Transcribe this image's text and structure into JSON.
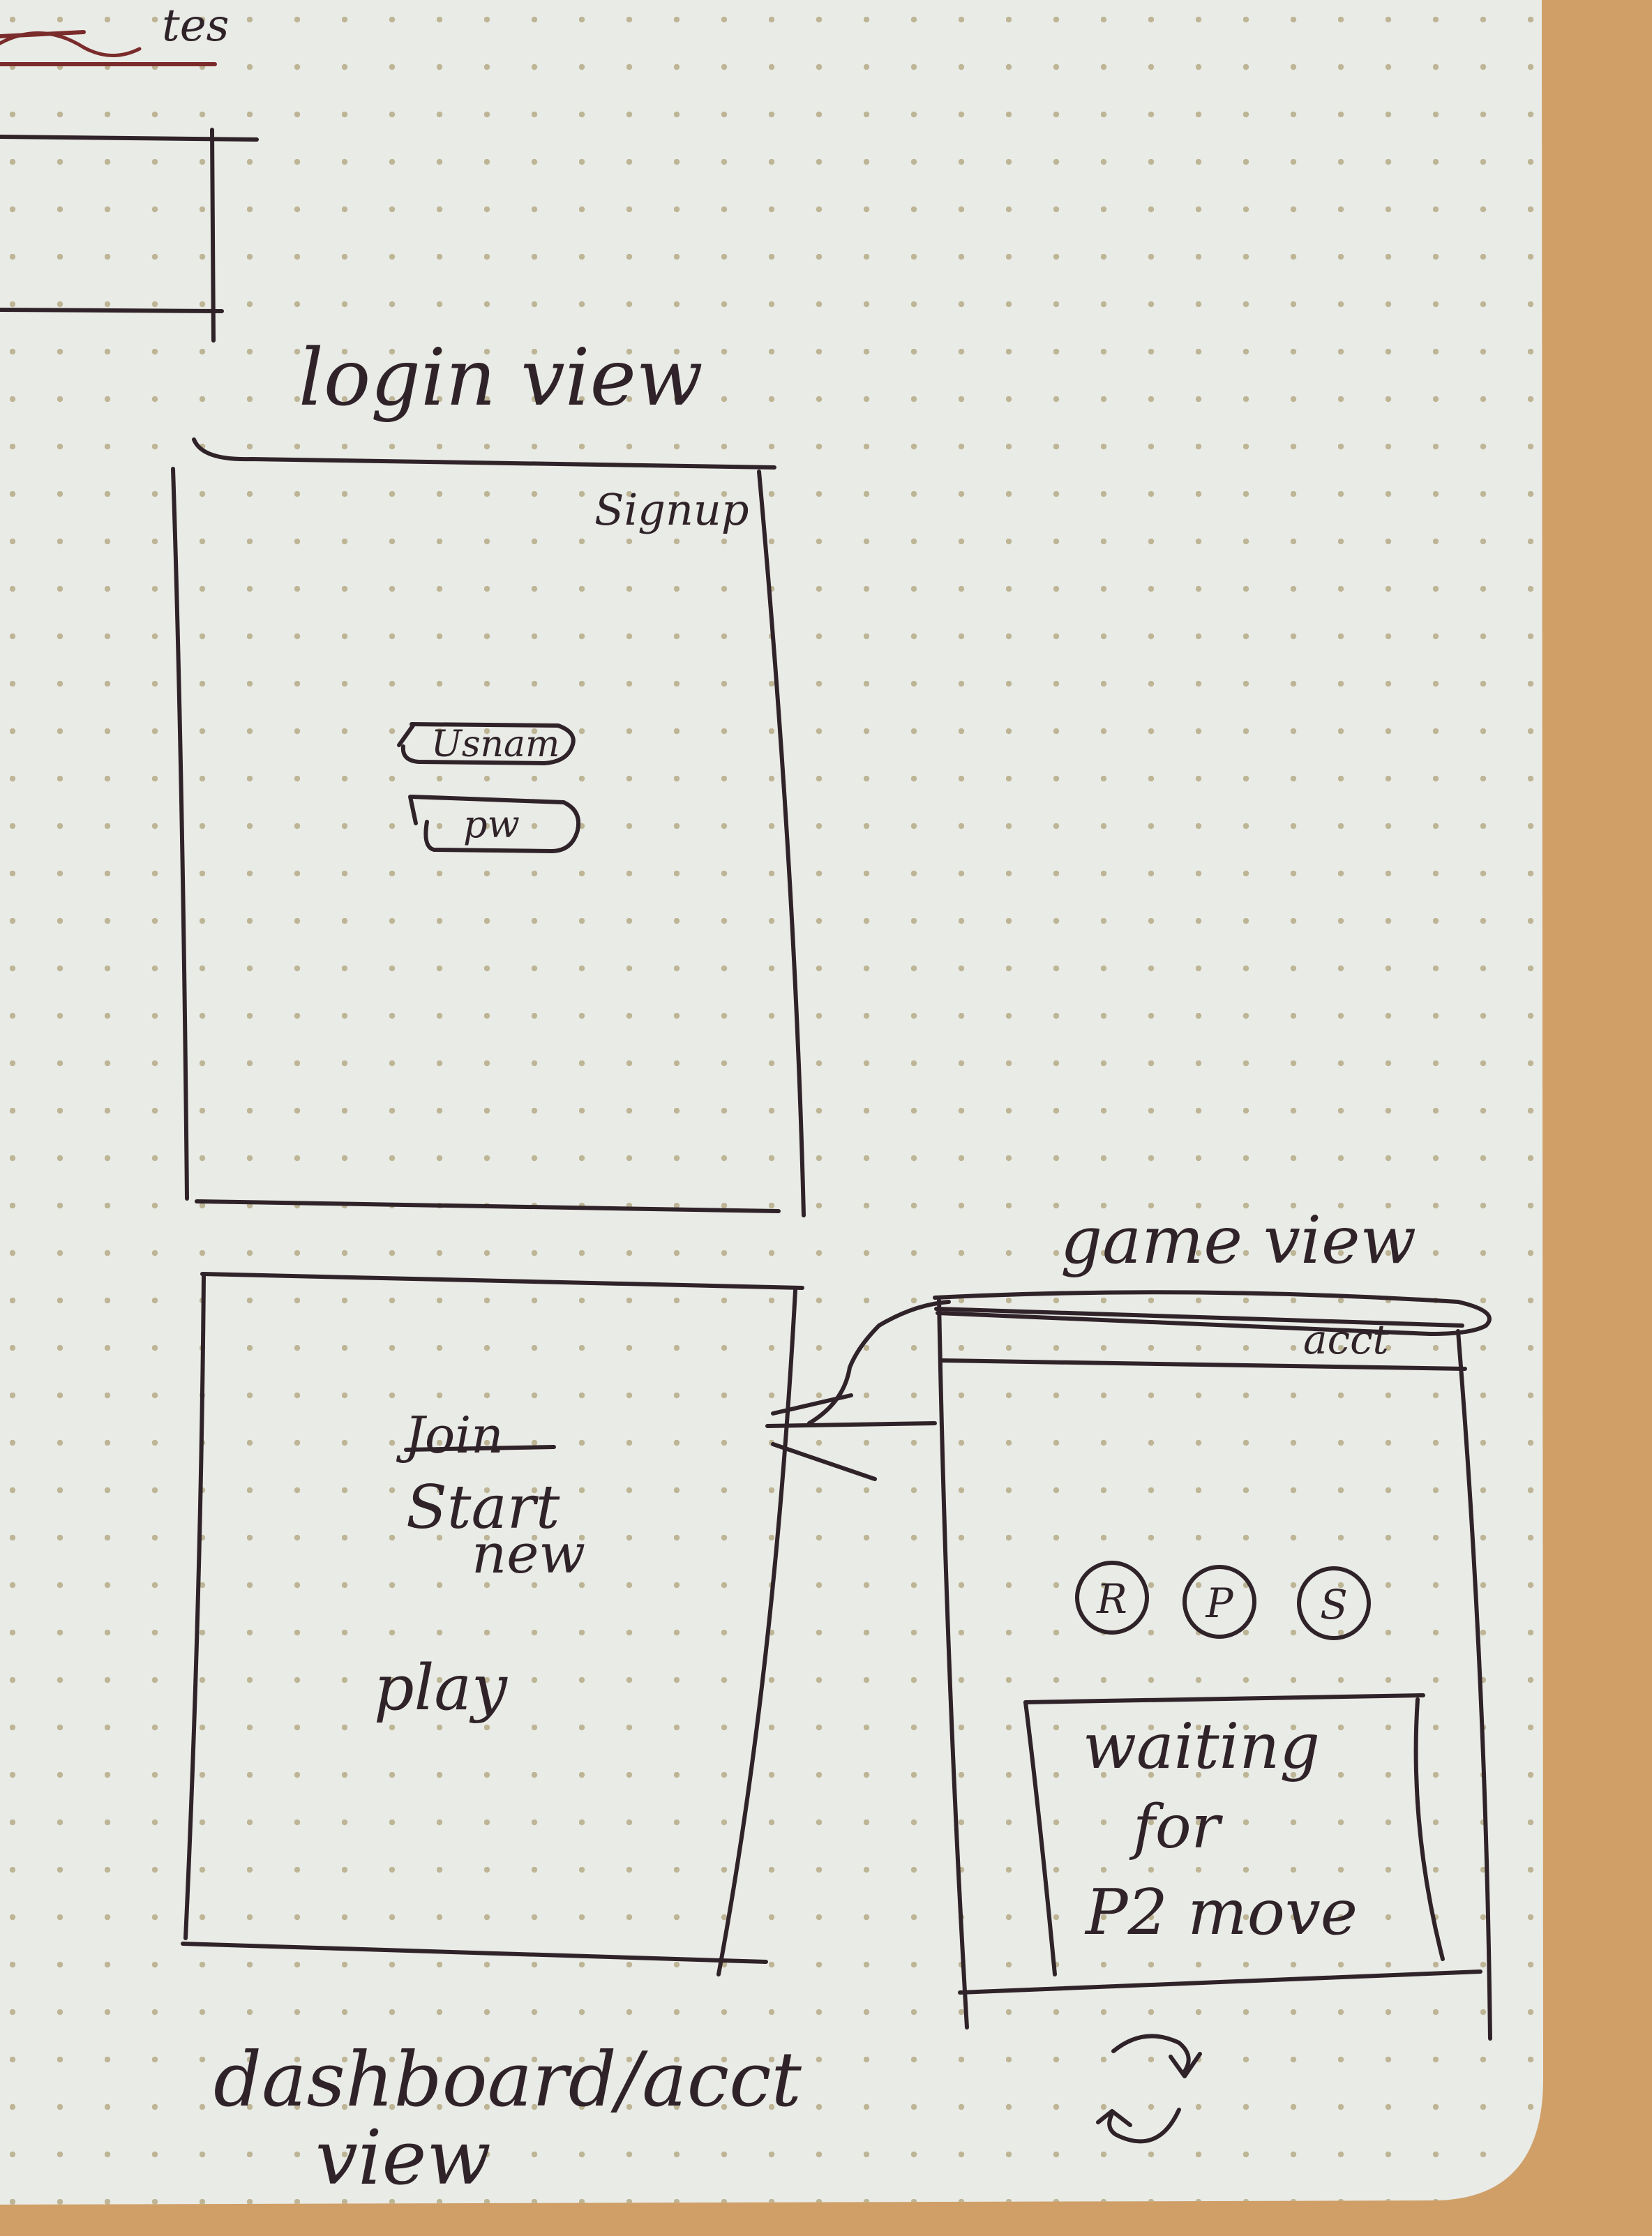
{
  "top_scrap": {
    "crossed_word": "tes"
  },
  "login_view": {
    "title": "login view",
    "signup_label": "Signup",
    "username_field": "Usnam",
    "password_field": "pw"
  },
  "dashboard_view": {
    "crossed_word": "Join",
    "start_new_line1": "Start",
    "start_new_line2": "new",
    "play_label": "play",
    "caption_line1": "dashboard/acct",
    "caption_line2": "view"
  },
  "game_view": {
    "title": "game view",
    "acct_label": "acct",
    "choices": [
      "R",
      "P",
      "S"
    ],
    "status_line1": "waiting",
    "status_line2": "for",
    "status_line3": "P2 move"
  },
  "colors": {
    "paper": "#e9ebe6",
    "ink": "#2f2329",
    "red_ink": "#7a2b2b",
    "dots": "#bdb595",
    "desk": "#cf9f67"
  }
}
